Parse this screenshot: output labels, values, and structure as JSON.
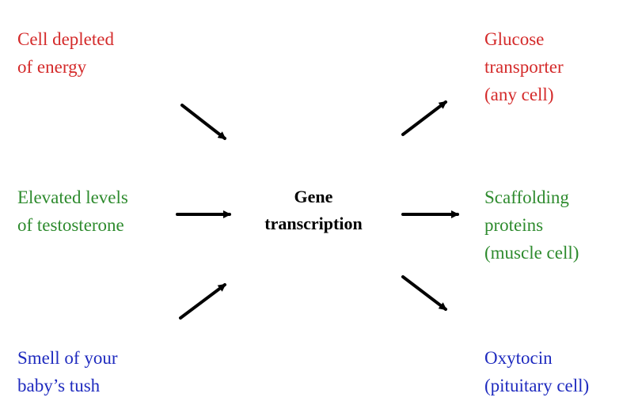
{
  "colors": {
    "red": "#d42a2a",
    "green": "#2e8b2e",
    "blue": "#1f2bbf",
    "arrow": "#000000"
  },
  "inputs": [
    {
      "text": "Cell depleted\nof energy",
      "color": "red"
    },
    {
      "text": "Elevated levels\nof testosterone",
      "color": "green"
    },
    {
      "text": "Smell of your\nbaby’s tush",
      "color": "blue"
    }
  ],
  "center": {
    "line1": "Gene",
    "line2": "transcription"
  },
  "outputs": [
    {
      "text": "Glucose\ntransporter\n(any cell)",
      "color": "red"
    },
    {
      "text": "Scaffolding\nproteins\n(muscle cell)",
      "color": "green"
    },
    {
      "text": "Oxytocin\n(pituitary cell)",
      "color": "blue"
    }
  ]
}
